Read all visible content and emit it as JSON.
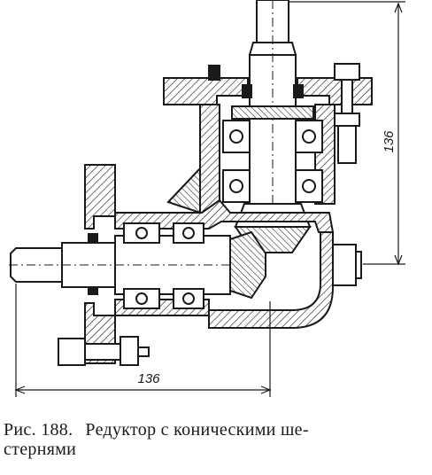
{
  "figure": {
    "dimension_vertical": "136",
    "dimension_horizontal": "136"
  },
  "caption": {
    "label": "Рис. 188.",
    "text_line1": "Редуктор с коническими ше-",
    "text_line2": "стернями"
  }
}
